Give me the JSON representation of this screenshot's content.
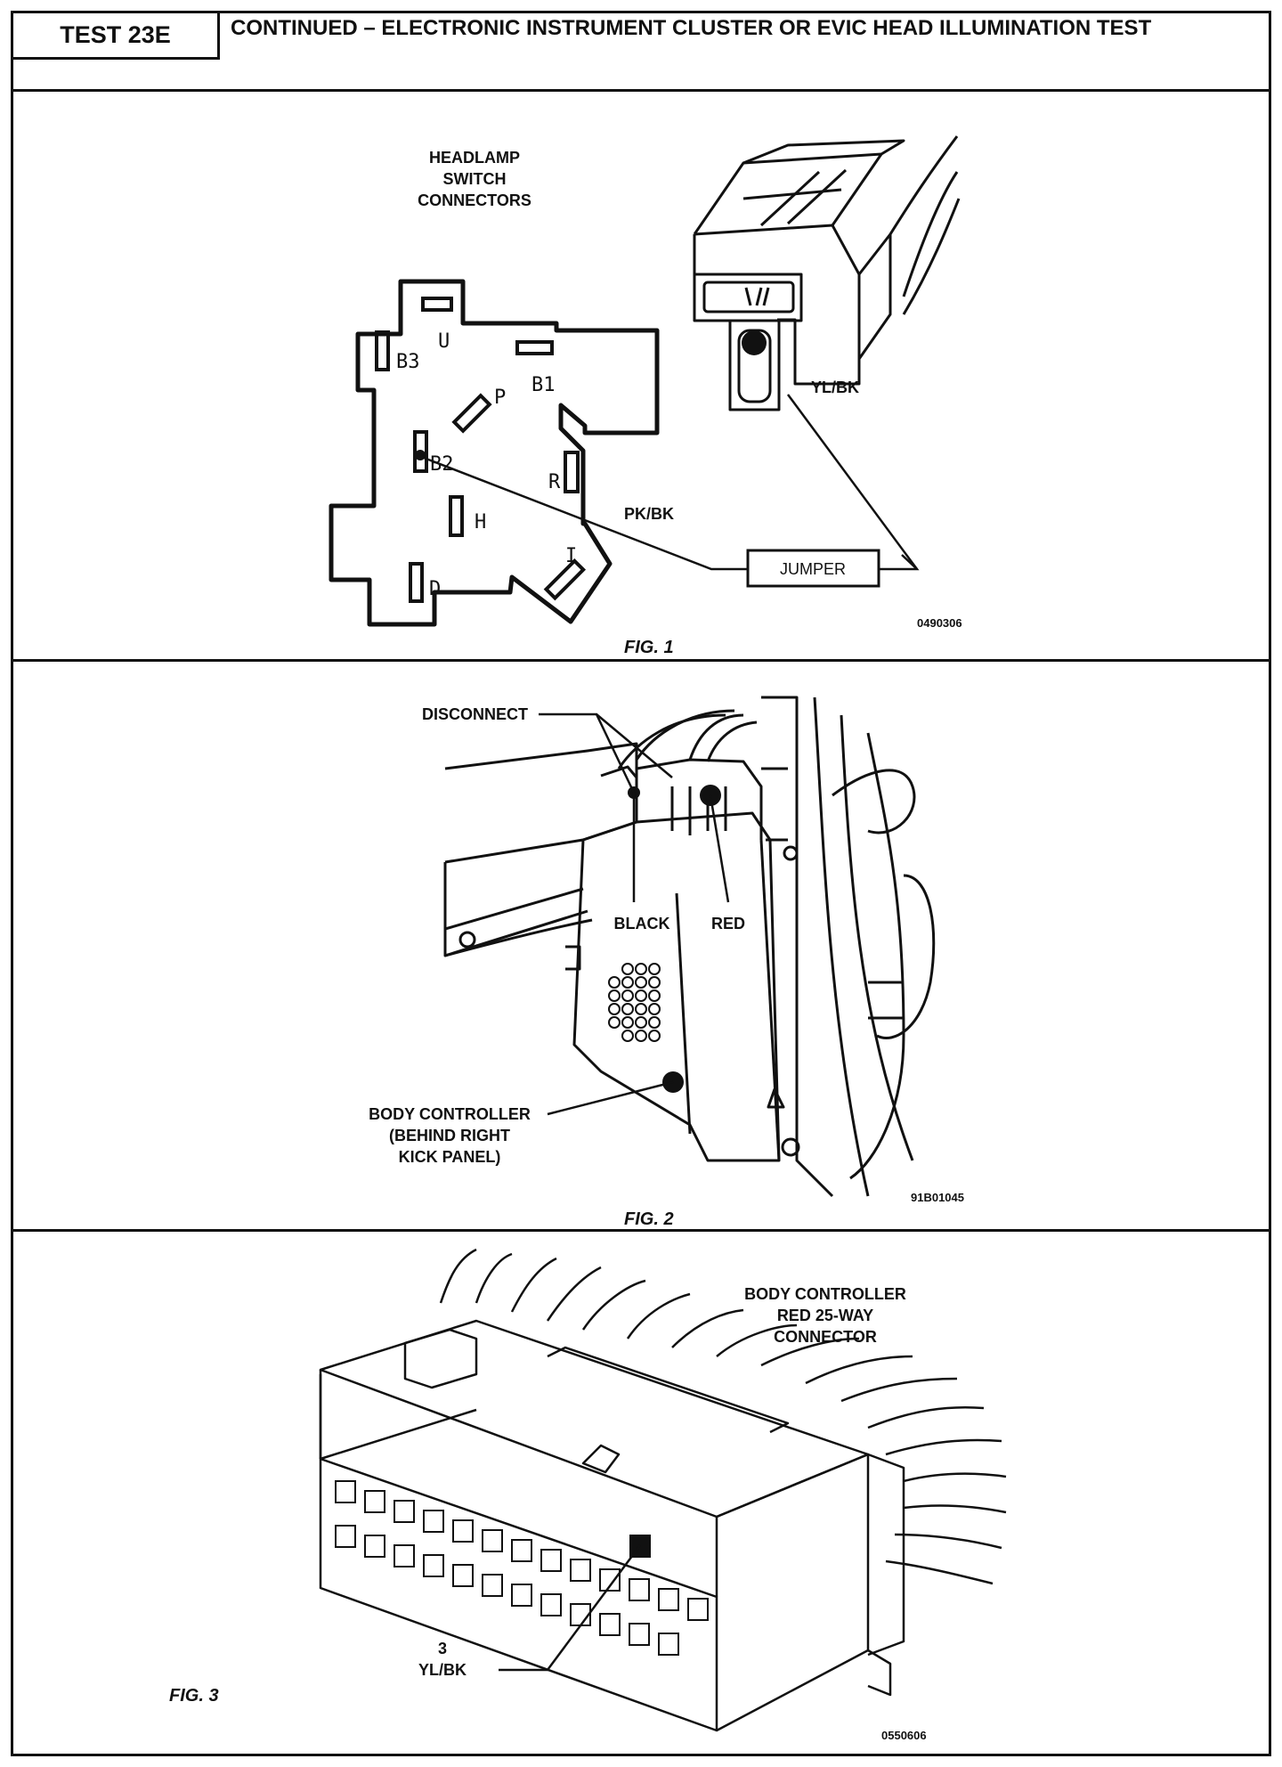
{
  "header": {
    "test_id": "TEST 23E",
    "title": "CONTINUED – ELECTRONIC INSTRUMENT CLUSTER OR EVIC HEAD ILLUMINATION TEST"
  },
  "fig1": {
    "caption": "FIG. 1",
    "title_lines": [
      "HEADLAMP",
      "SWITCH",
      "CONNECTORS"
    ],
    "pins": [
      "U",
      "B3",
      "B1",
      "P",
      "B2",
      "R",
      "H",
      "D",
      "I"
    ],
    "wire_labels": [
      "YL/BK",
      "PK/BK"
    ],
    "jumper_label": "JUMPER",
    "code": "0490306"
  },
  "fig2": {
    "caption": "FIG. 2",
    "disconnect_label": "DISCONNECT",
    "black_label": "BLACK",
    "red_label": "RED",
    "body_controller_lines": [
      "BODY CONTROLLER",
      "(BEHIND RIGHT",
      "KICK PANEL)"
    ],
    "code": "91B01045"
  },
  "fig3": {
    "caption": "FIG. 3",
    "title_lines": [
      "BODY CONTROLLER",
      "RED 25-WAY",
      "CONNECTOR"
    ],
    "pin_number": "3",
    "pin_wire": "YL/BK",
    "code": "0550606"
  },
  "colors": {
    "ink": "#111111",
    "paper": "#ffffff"
  }
}
